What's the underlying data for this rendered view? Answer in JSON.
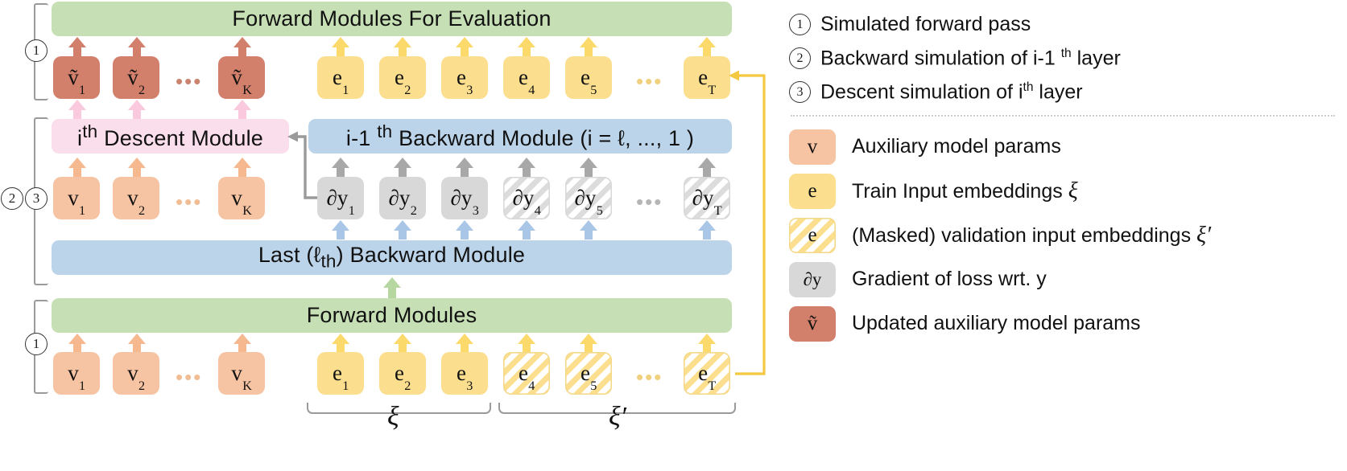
{
  "figure": {
    "title": "Forward/backward simulation module diagram",
    "colors": {
      "green": "#c6dfb4",
      "blue": "#bcd4ea",
      "pink": "#fbdeeb",
      "aux_params": "#f7c4a3",
      "updated_aux_params": "#d2806c",
      "train_embedding": "#fbdf8f",
      "gradient": "#d8d8d8",
      "feedback_line": "#f5c842",
      "bracket": "#9a9a9a"
    }
  },
  "modules": {
    "forward_eval": "Forward Modules For Evaluation",
    "descent": "i<sup>th</sup> Descent Module",
    "backward_prev": "i-1 <sup>th</sup> Backward Module (i = ℓ, ..., 1 )",
    "backward_last": "Last (ℓ<sub>th</sub>) Backward Module",
    "forward": "Forward Modules"
  },
  "rows": {
    "updated_params": {
      "tokens": [
        "ṽ1",
        "ṽ2",
        "ṽK"
      ],
      "ellipsis": "•••"
    },
    "eval_embeddings": {
      "tokens": [
        "e1",
        "e2",
        "e3",
        "e4",
        "e5",
        "eT"
      ],
      "ellipsis": "•••"
    },
    "params": {
      "tokens": [
        "v1",
        "v2",
        "vK"
      ],
      "ellipsis": "•••"
    },
    "gradients": {
      "tokens": [
        "∂y1",
        "∂y2",
        "∂y3",
        "∂y4",
        "∂y5",
        "∂yT"
      ],
      "masked": [
        "∂y4",
        "∂y5",
        "∂yT"
      ],
      "ellipsis": "•••"
    },
    "input_embeddings": {
      "tokens": [
        "e1",
        "e2",
        "e3",
        "e4",
        "e5",
        "eT"
      ],
      "masked": [
        "e4",
        "e5",
        "eT"
      ],
      "ellipsis": "•••"
    }
  },
  "brace_labels": {
    "train": "ξ",
    "validation": "ξ′"
  },
  "step_markers": {
    "top": "1",
    "middle_a": "2",
    "middle_b": "3",
    "bottom": "1"
  },
  "legend": {
    "steps": [
      {
        "n": "1",
        "text": "Simulated forward pass"
      },
      {
        "n": "2",
        "text": "Backward simulation of i-1 <sup>th</sup> layer"
      },
      {
        "n": "3",
        "text": "Descent simulation of i<sup>th</sup> layer"
      }
    ],
    "items": [
      {
        "swatch": "v",
        "glyph": "v",
        "label": "Auxiliary model params"
      },
      {
        "swatch": "e",
        "glyph": "e",
        "label": "Train Input embeddings <span class=\"g\">ξ</span>"
      },
      {
        "swatch": "eh",
        "glyph": "e",
        "label": "(Masked) validation input embeddings <span class=\"g\">ξ′</span>"
      },
      {
        "swatch": "dy",
        "glyph": "∂y",
        "label": "Gradient of loss wrt. y"
      },
      {
        "swatch": "vt",
        "glyph": "ṽ",
        "label": "Updated auxiliary model params"
      }
    ]
  }
}
